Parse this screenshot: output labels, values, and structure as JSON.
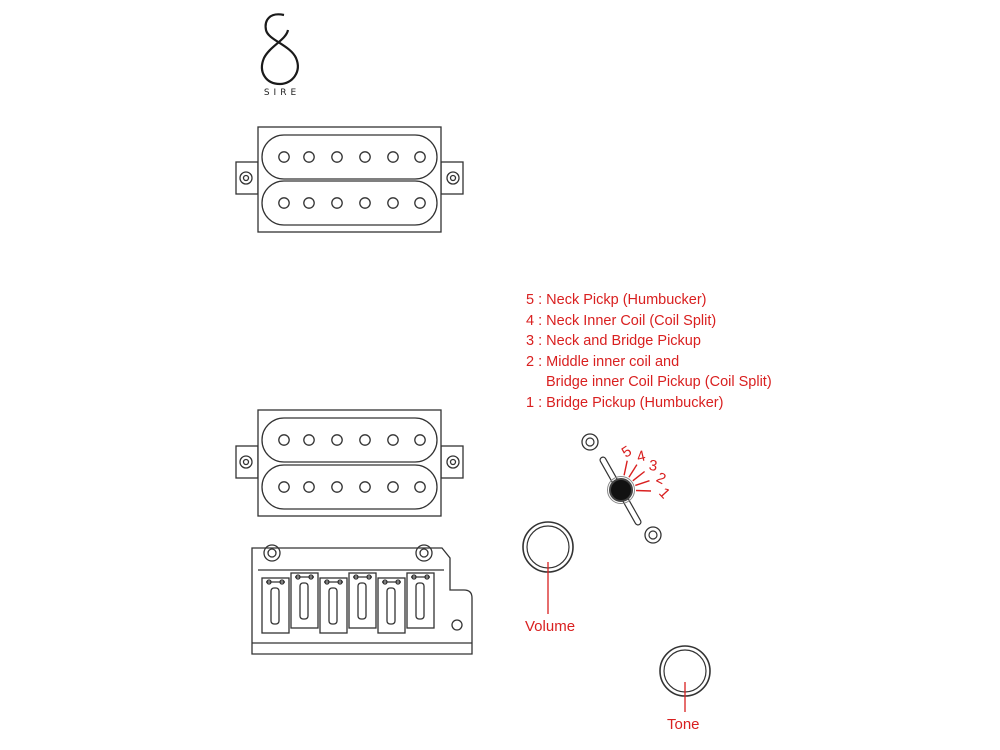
{
  "brand": {
    "name": "SIRE",
    "logo_icon": "sire-s-logo-icon"
  },
  "switch_legend": [
    {
      "position": "5",
      "sep": " : ",
      "label": "Neck Pickp (Humbucker)"
    },
    {
      "position": "4",
      "sep": " : ",
      "label": "Neck Inner Coil (Coil Split)"
    },
    {
      "position": "3",
      "sep": " : ",
      "label": "Neck and Bridge Pickup"
    },
    {
      "position": "2",
      "sep": " : ",
      "label": "Middle inner coil and",
      "continuation": "Bridge inner Coil Pickup (Coil Split)"
    },
    {
      "position": "1",
      "sep": " : ",
      "label": "Bridge Pickup (Humbucker)"
    }
  ],
  "switch_positions": [
    "5",
    "4",
    "3",
    "2",
    "1"
  ],
  "controls": {
    "volume": "Volume",
    "tone": "Tone"
  },
  "colors": {
    "annotation": "#d92020",
    "linework": "#333333",
    "background": "#ffffff"
  }
}
